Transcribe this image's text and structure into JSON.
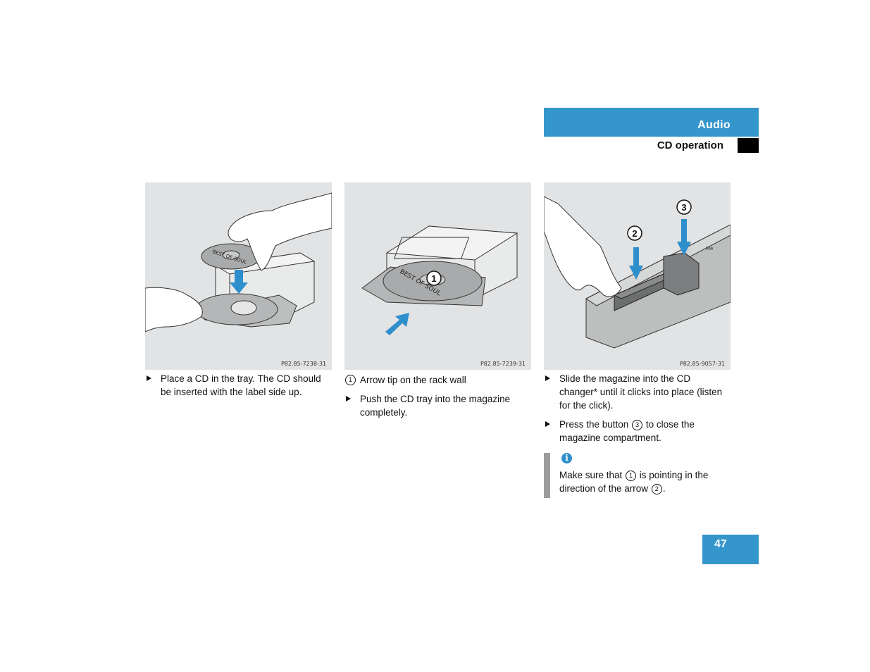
{
  "header": {
    "section": "Audio",
    "subsection": "CD operation"
  },
  "figures": [
    {
      "code": "P82.85-7238-31",
      "disc_label": "BEST OF SOUL"
    },
    {
      "code": "P82.85-7239-31",
      "disc_label": "BEST OF SOUL",
      "callout": "1"
    },
    {
      "code": "P82.85-9057-31",
      "callouts": [
        "2",
        "3"
      ]
    }
  ],
  "col1": {
    "bullet1": "Place a CD in the tray. The CD should be inserted with the label side up."
  },
  "col2": {
    "legend_num": "1",
    "legend_text": "Arrow tip on the rack wall",
    "bullet1": "Push the CD tray into the magazine completely."
  },
  "col3": {
    "bullet1": "Slide the magazine into the CD changer* until it clicks into place (listen for the click).",
    "bullet2_pre": "Press the button ",
    "bullet2_num": "3",
    "bullet2_post": " to close the magazine compartment.",
    "note_icon": "i",
    "note_pre": "Make sure that ",
    "note_num1": "1",
    "note_mid": " is pointing in the direction of the arrow ",
    "note_num2": "2",
    "note_post": "."
  },
  "page_number": "47",
  "colors": {
    "accent": "#3596cc",
    "figure_bg": "#e2e3e4",
    "note_bar": "#9c9c9c"
  }
}
